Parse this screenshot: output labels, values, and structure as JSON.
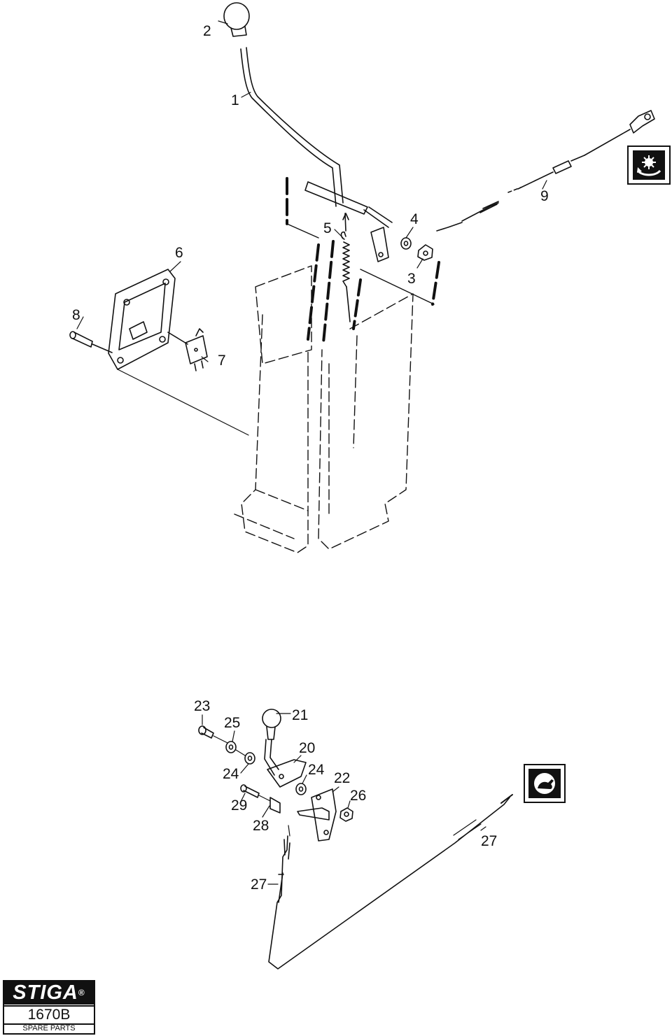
{
  "callouts": {
    "c1": "1",
    "c2": "2",
    "c3": "3",
    "c4": "4",
    "c5": "5",
    "c6": "6",
    "c7": "7",
    "c8": "8",
    "c9": "9",
    "c20": "20",
    "c21": "21",
    "c22": "22",
    "c23": "23",
    "c24a": "24",
    "c24b": "24",
    "c25": "25",
    "c26": "26",
    "c27a": "27",
    "c27b": "27",
    "c28": "28",
    "c29": "29"
  },
  "symbols": {
    "top_right": "gear-rotation-icon",
    "bottom_right": "rabbit-fast-icon"
  },
  "brand": {
    "logo": "STIGA",
    "registered": "®",
    "model": "1670B",
    "sheet": "SPARE PARTS"
  }
}
